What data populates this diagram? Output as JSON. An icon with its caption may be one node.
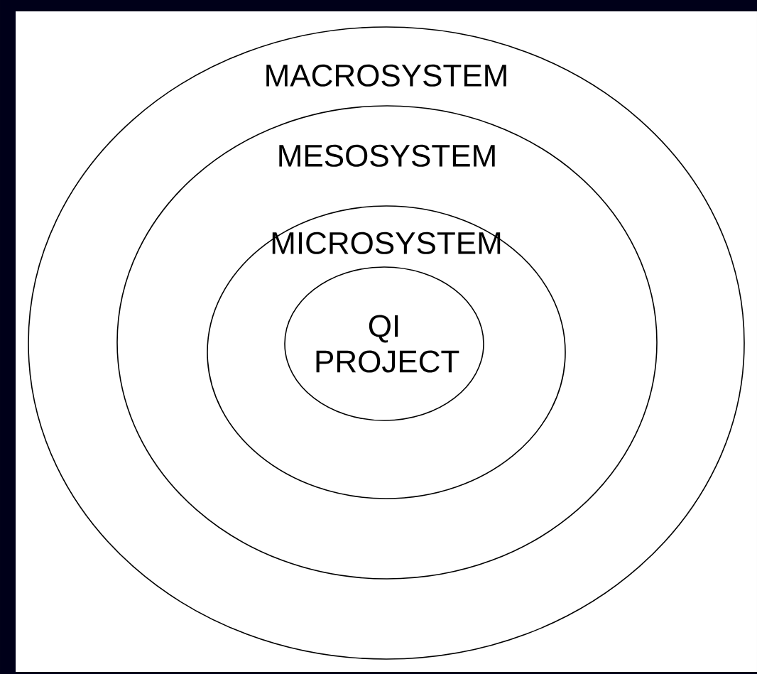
{
  "diagram": {
    "nodes": [
      {
        "text": [
          "MACROSYSTEM"
        ]
      },
      {
        "text": [
          "MESOSYSTEM"
        ],
        "in": 0
      },
      {
        "text": [
          "MICROSYSTEM"
        ],
        "in": 1
      },
      {
        "text": [
          "QI PROJECT"
        ],
        "in": 2
      }
    ]
  }
}
